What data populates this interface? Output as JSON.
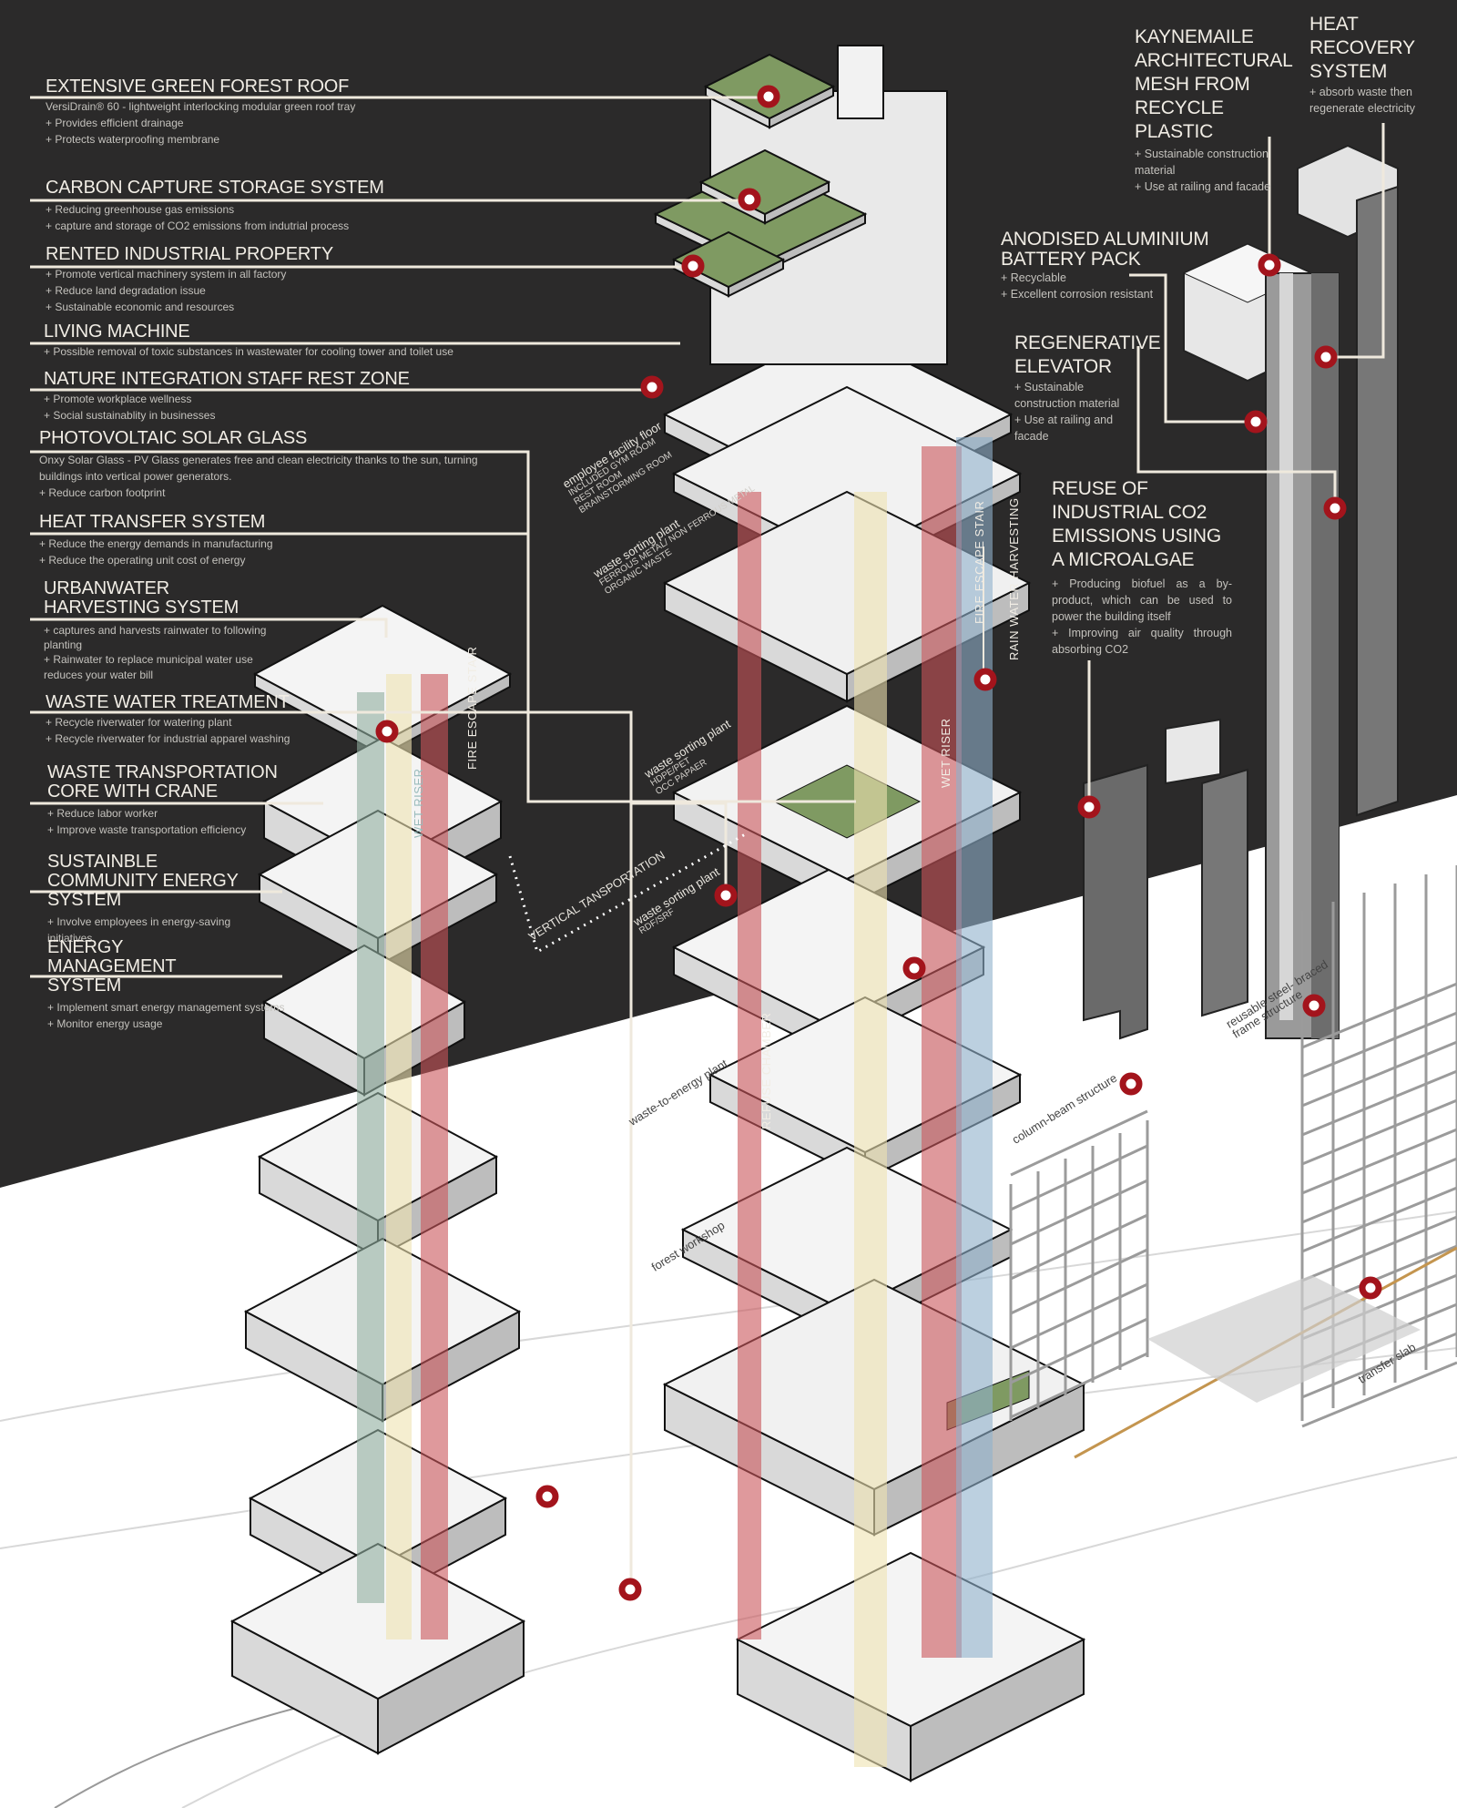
{
  "left_annotations": [
    {
      "title": "EXTENSIVE GREEN FOREST ROOF",
      "lines": [
        "VersiDrain® 60 - lightweight interlocking modular green roof tray",
        "+ Provides efficient drainage",
        "+ Protects waterproofing membrane"
      ]
    },
    {
      "title": "CARBON CAPTURE STORAGE SYSTEM",
      "lines": [
        "+ Reducing greenhouse gas emissions",
        "+ capture and storage of CO2 emissions from indutrial process"
      ]
    },
    {
      "title": "RENTED INDUSTRIAL PROPERTY",
      "lines": [
        "+ Promote vertical machinery system in all factory",
        "+ Reduce land degradation issue",
        "+ Sustainable economic and resources"
      ]
    },
    {
      "title": "LIVING MACHINE",
      "lines": [
        "+ Possible removal of toxic substances in wastewater for cooling tower and toilet use"
      ]
    },
    {
      "title": "NATURE INTEGRATION STAFF REST ZONE",
      "lines": [
        "+ Promote workplace wellness",
        "+ Social sustainablity in businesses"
      ]
    },
    {
      "title": "PHOTOVOLTAIC SOLAR GLASS",
      "lines": [
        "Onxy Solar Glass - PV Glass generates free and clean electricity thanks to the sun, turning buildings into vertical power generators.",
        "+ Reduce carbon footprint"
      ]
    },
    {
      "title": "HEAT TRANSFER SYSTEM",
      "lines": [
        "+ Reduce the energy demands in manufacturing",
        "+ Reduce the operating unit cost of energy"
      ]
    },
    {
      "title": "URBANWATER HARVESTING SYSTEM",
      "lines": [
        "+ captures and harvests rainwater to following planting",
        "+ Rainwater to replace municipal water use reduces your water bill"
      ]
    },
    {
      "title": "WASTE WATER TREATMENT",
      "lines": [
        "+ Recycle riverwater for watering plant",
        "+ Recycle riverwater for industrial apparel washing"
      ]
    },
    {
      "title": "WASTE TRANSPORTATION CORE WITH CRANE",
      "lines": [
        "+ Reduce labor worker",
        "+ Improve waste transportation efficiency"
      ]
    },
    {
      "title": "SUSTAINBLE COMMUNITY ENERGY SYSTEM",
      "lines": [
        "+ Involve employees in energy-saving initiatives"
      ]
    },
    {
      "title": "ENERGY MANAGEMENT SYSTEM",
      "lines": [
        "+ Implement smart energy management systems",
        "+ Monitor energy usage"
      ]
    }
  ],
  "right_annotations": [
    {
      "title": "KAYNEMAILE ARCHITECTURAL MESH FROM RECYCLE PLASTIC",
      "lines": [
        "+ Sustainable construction material",
        "+ Use at railing and facade"
      ]
    },
    {
      "title": "HEAT RECOVERY SYSTEM",
      "lines": [
        "+ absorb waste then regenerate electricity"
      ]
    },
    {
      "title": "ANODISED ALUMINIUM BATTERY PACK",
      "lines": [
        "+ Recyclable",
        "+ Excellent corrosion resistant"
      ]
    },
    {
      "title": "REGENERATIVE ELEVATOR",
      "lines": [
        "+ Sustainable construction material",
        "+ Use at railing and facade"
      ]
    },
    {
      "title": "REUSE OF INDUSTRIAL CO2 EMISSIONS USING A MICROALGAE",
      "lines": [
        "+ Producing biofuel as a by-product, which can be used to power the building itself",
        "+ Improving air quality through absorbing CO2"
      ]
    }
  ],
  "shaft_labels": {
    "fire_escape_main": "FIRE ESCAPE STAIR",
    "rain_water": "RAIN WATER HARVESTING",
    "wet_riser_main": "WET RISER",
    "fire_escape_left": "FIRE ESCAPE STAIR",
    "wet_riser_left": "WET RISER",
    "refuse_chamber": "REFUSE CHAMBER"
  },
  "floor_labels": [
    {
      "title": "employee facility floor",
      "sub": [
        "INCLUDED GYM ROOM",
        "REST ROOM",
        "BRAINSTORMING ROOM"
      ]
    },
    {
      "title": "waste sorting plant",
      "sub": [
        "FERROUS METAL/ NON FERROUS METAL",
        "ORGANIC WASTE"
      ]
    },
    {
      "title": "waste sorting plant",
      "sub": [
        "HDPE/PET",
        "OCC PAPAER"
      ]
    },
    {
      "title": "waste sorting plant",
      "sub": [
        "RDF/SRF"
      ]
    },
    {
      "title": "VERTICAL",
      "sub": [
        "TANSPORTATION"
      ]
    },
    {
      "title": "waste-to-energy plant",
      "sub": []
    },
    {
      "title": "forest workshop",
      "sub": []
    }
  ],
  "structure_labels": {
    "column_beam": "column-beam structure",
    "steel_braced_1": "reusable steel- braced",
    "steel_braced_2": "frame structure",
    "transfer_slab": "transfer slab"
  },
  "colors": {
    "background_dark": "#2b2a2a",
    "ground": "#ffffff",
    "marker_red": "#a3141c",
    "shaft_red": "#c9555a",
    "shaft_yellow": "#efe3b0",
    "shaft_blue": "#8fb1cc",
    "shaft_green": "#8fae9e",
    "green_roof": "#7f9a62"
  }
}
